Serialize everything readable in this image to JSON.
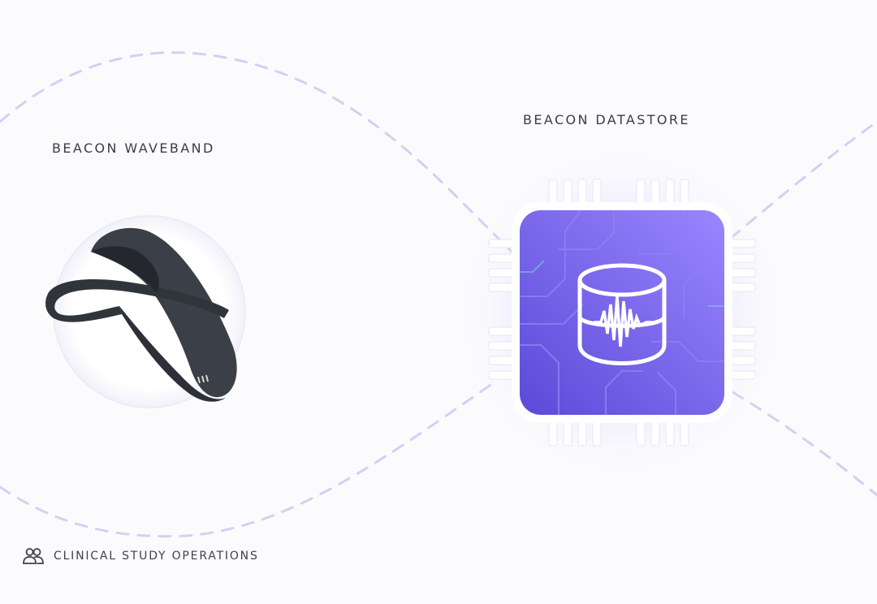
{
  "diagram": {
    "left_label": "BEACON WAVEBAND",
    "right_label": "BEACON DATASTORE",
    "footer_label": "CLINICAL STUDY OPERATIONS",
    "icons": {
      "device": "headband-icon",
      "datastore": "database-chip-icon",
      "footer": "people-icon"
    },
    "colors": {
      "accent": "#7b64f0",
      "accent_light": "#9a86ff",
      "dashed_line": "#c9cdf2",
      "band": "#3b3f47",
      "text": "#3a3d48"
    }
  }
}
